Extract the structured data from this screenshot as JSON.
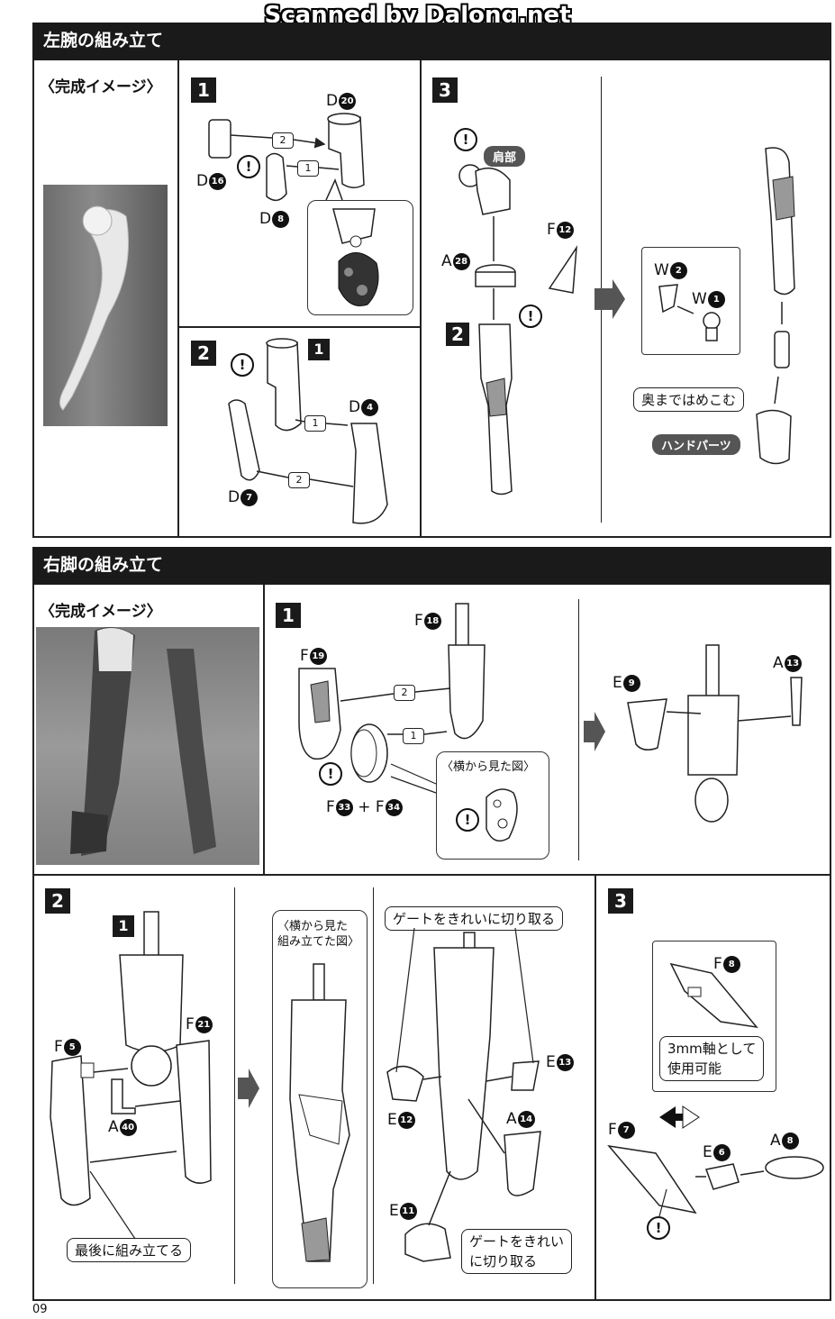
{
  "watermark": "Scanned by Dalong.net",
  "page_number": "09",
  "left_arm": {
    "title": "左腕の組み立て",
    "image_label": "〈完成イメージ〉",
    "step1": {
      "num": "1",
      "parts": {
        "d20": {
          "letter": "D",
          "num": "20"
        },
        "d16": {
          "letter": "D",
          "num": "16"
        },
        "d8": {
          "letter": "D",
          "num": "8"
        }
      },
      "order": [
        "2",
        "1"
      ]
    },
    "step2": {
      "num": "2",
      "ref": "1",
      "parts": {
        "d4": {
          "letter": "D",
          "num": "4"
        },
        "d7": {
          "letter": "D",
          "num": "7"
        }
      },
      "order": [
        "1",
        "2"
      ]
    },
    "step3": {
      "num": "3",
      "sub": "2",
      "tag_shoulder": "肩部",
      "tag_hand": "ハンドパーツ",
      "callout_push": "奥まではめこむ",
      "parts": {
        "f12": {
          "letter": "F",
          "num": "12"
        },
        "a28": {
          "letter": "A",
          "num": "28"
        },
        "w2": {
          "letter": "W",
          "num": "2"
        },
        "w1": {
          "letter": "W",
          "num": "1"
        }
      }
    }
  },
  "right_leg": {
    "title": "右脚の組み立て",
    "image_label": "〈完成イメージ〉",
    "step1": {
      "num": "1",
      "parts": {
        "f18": {
          "letter": "F",
          "num": "18"
        },
        "f19": {
          "letter": "F",
          "num": "19"
        },
        "f33": {
          "letter": "F",
          "num": "33"
        },
        "f34": {
          "letter": "F",
          "num": "34"
        },
        "e9": {
          "letter": "E",
          "num": "9"
        },
        "a13": {
          "letter": "A",
          "num": "13"
        }
      },
      "plus": "+",
      "side_view": "〈横から見た図〉",
      "order": [
        "2",
        "1"
      ]
    },
    "step2": {
      "num": "2",
      "ref": "1",
      "parts": {
        "f5": {
          "letter": "F",
          "num": "5"
        },
        "f21": {
          "letter": "F",
          "num": "21"
        },
        "a40": {
          "letter": "A",
          "num": "40"
        },
        "e13": {
          "letter": "E",
          "num": "13"
        },
        "e12": {
          "letter": "E",
          "num": "12"
        },
        "a14": {
          "letter": "A",
          "num": "14"
        },
        "e11": {
          "letter": "E",
          "num": "11"
        }
      },
      "callout_last": "最後に組み立てる",
      "side_assembled_1": "〈横から見た",
      "side_assembled_2": "組み立てた図〉",
      "gate_top": "ゲートをきれいに切り取る",
      "gate_bottom_1": "ゲートをきれい",
      "gate_bottom_2": "に切り取る"
    },
    "step3": {
      "num": "3",
      "parts": {
        "f8": {
          "letter": "F",
          "num": "8"
        },
        "f7": {
          "letter": "F",
          "num": "7"
        },
        "e6": {
          "letter": "E",
          "num": "6"
        },
        "a8": {
          "letter": "A",
          "num": "8"
        }
      },
      "note_1": "3mm軸として",
      "note_2": "使用可能"
    }
  },
  "warn_symbol": "!"
}
